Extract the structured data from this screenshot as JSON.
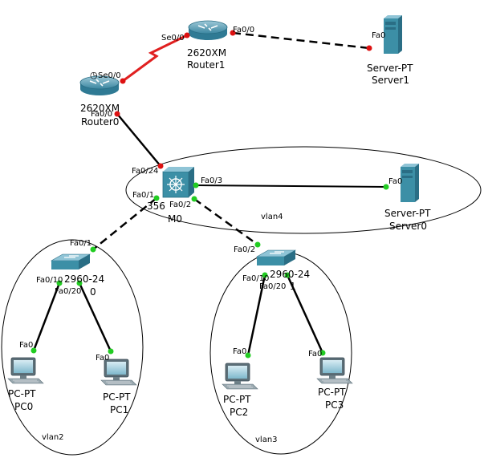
{
  "colors": {
    "link": "#000000",
    "serial_link": "#e02020",
    "port_up": "#22cc22",
    "port_down": "#dd1111",
    "device_teal": "#3c8fa6"
  },
  "vlans": {
    "vlan4": "vlan4",
    "vlan2": "vlan2",
    "vlan3": "vlan3"
  },
  "devices": {
    "router1": {
      "model": "2620XM",
      "name": "Router1",
      "icon": "router-icon"
    },
    "router0": {
      "model": "2620XM",
      "name": "Router0",
      "icon": "router-icon"
    },
    "server1": {
      "model": "Server-PT",
      "name": "Server1",
      "icon": "server-icon"
    },
    "server0": {
      "model": "Server-PT",
      "name": "Server0",
      "icon": "server-icon"
    },
    "multilayer": {
      "model": "356",
      "name": "M0",
      "icon": "multilayer-switch-icon"
    },
    "switch0": {
      "model": "2960-24",
      "name": "0",
      "icon": "switch-icon"
    },
    "switch1": {
      "model": "2960-24",
      "name": "1",
      "icon": "switch-icon"
    },
    "pc0": {
      "model": "PC-PT",
      "name": "PC0",
      "icon": "pc-icon"
    },
    "pc1": {
      "model": "PC-PT",
      "name": "PC1",
      "icon": "pc-icon"
    },
    "pc2": {
      "model": "PC-PT",
      "name": "PC2",
      "icon": "pc-icon"
    },
    "pc3": {
      "model": "PC-PT",
      "name": "PC3",
      "icon": "pc-icon"
    }
  },
  "ports": {
    "r1_se": "Se0/0",
    "r1_fa": "Fa0/0",
    "s1_fa": "Fa0",
    "r0_se": "Se0/0",
    "r0_fa": "Fa0/0",
    "ml_fa24": "Fa0/24",
    "ml_fa1": "Fa0/1",
    "ml_fa3": "Fa0/3",
    "ml_fa2": "Fa0/2",
    "s0_fa": "Fa0",
    "sw0_fa1": "Fa0/1",
    "sw0_fa10": "Fa0/10",
    "sw0_fa20": "Fa0/20",
    "sw1_fa2": "Fa0/2",
    "sw1_fa10": "Fa0/10",
    "sw1_fa20": "Fa0/20",
    "pc0_fa": "Fa0",
    "pc1_fa": "Fa0",
    "pc2_fa": "Fa0",
    "pc3_fa": "Fa0"
  }
}
